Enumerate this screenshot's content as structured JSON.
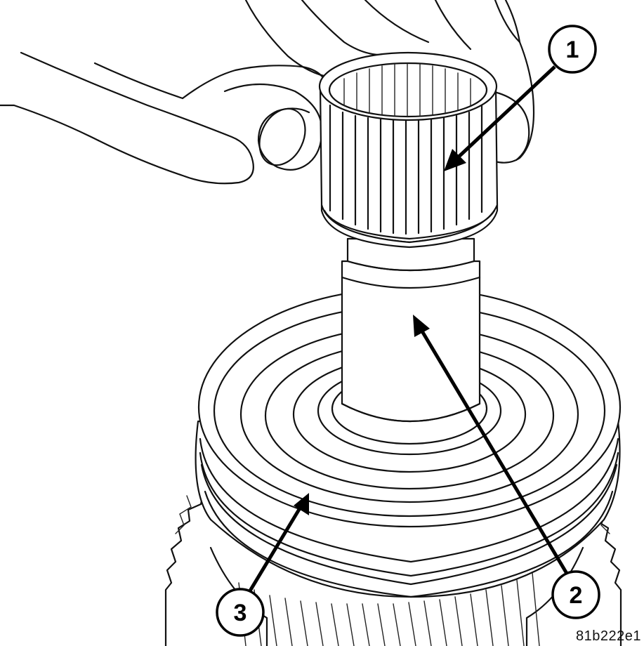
{
  "callouts": [
    {
      "label": "1"
    },
    {
      "label": "2"
    },
    {
      "label": "3"
    }
  ],
  "figure_code": "81b222e1"
}
